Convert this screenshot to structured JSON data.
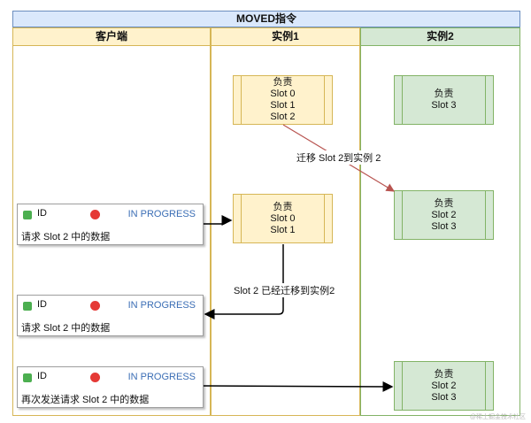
{
  "title": "MOVED指令",
  "lanes": {
    "client": "客户端",
    "instance1": "实例1",
    "instance2": "实例2"
  },
  "instance1_boxes": {
    "before": [
      "负责",
      "Slot 0",
      "Slot 1",
      "Slot 2"
    ],
    "after": [
      "负责",
      "Slot 0",
      "Slot 1"
    ]
  },
  "instance2_boxes": {
    "before": [
      "负责",
      "Slot 3"
    ],
    "after_migrate": [
      "负责",
      "Slot 2",
      "Slot 3"
    ],
    "after_retry": [
      "负责",
      "Slot 2",
      "Slot 3"
    ]
  },
  "cards": [
    {
      "id": "ID",
      "status": "IN PROGRESS",
      "request": "请求 Slot 2 中的数据"
    },
    {
      "id": "ID",
      "status": "IN PROGRESS",
      "request": "请求 Slot 2 中的数据"
    },
    {
      "id": "ID",
      "status": "IN PROGRESS",
      "request": "再次发送请求 Slot 2 中的数据"
    }
  ],
  "labels": {
    "migrate": "迁移 Slot 2到实例 2",
    "moved": "Slot 2 已经迁移到实例2"
  },
  "watermark": "@稀土掘金技术社区",
  "colors": {
    "title_fill": "#dae8fc",
    "title_stroke": "#6c8ebf",
    "yellow_fill": "#fff2cc",
    "yellow_stroke": "#d6b656",
    "green_fill": "#d5e8d4",
    "green_stroke": "#82b366",
    "migrate_arrow": "#b85450",
    "arrow": "#000000",
    "status_text": "#3b6eb5"
  },
  "icons": {
    "id": "green-check-badge-icon",
    "status": "red-shield-icon"
  }
}
